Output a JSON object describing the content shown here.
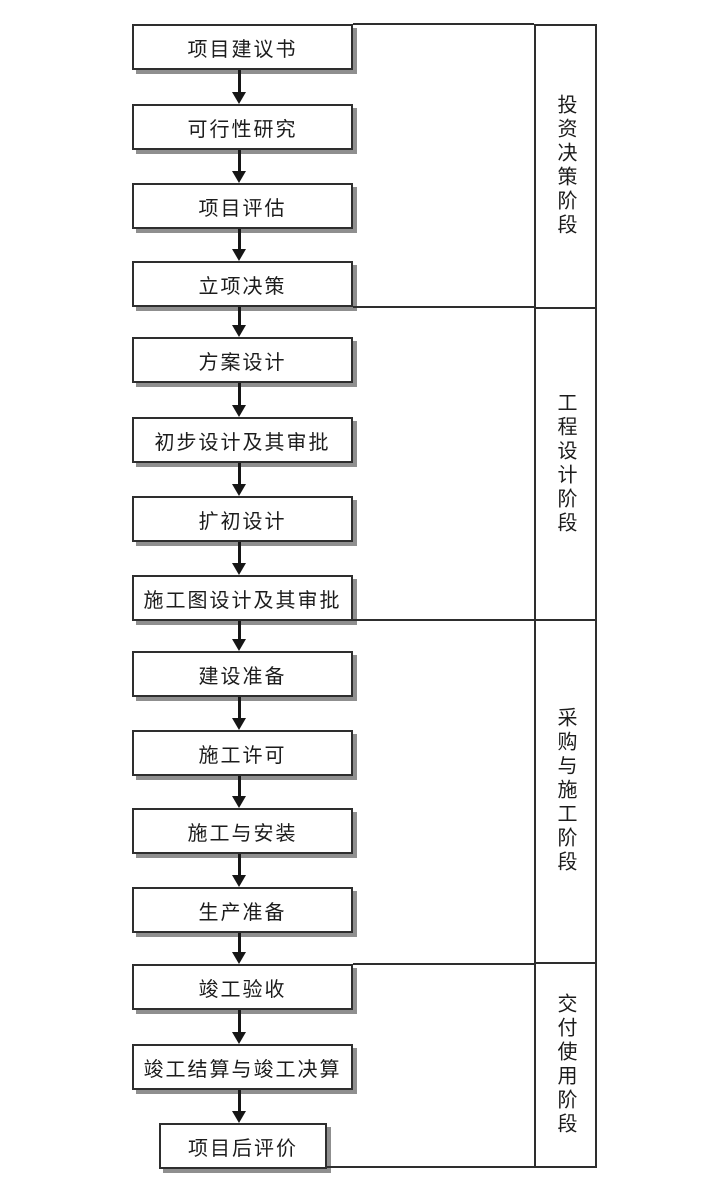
{
  "flowchart": {
    "steps": [
      {
        "label": "项目建议书"
      },
      {
        "label": "可行性研究"
      },
      {
        "label": "项目评估"
      },
      {
        "label": "立项决策"
      },
      {
        "label": "方案设计"
      },
      {
        "label": "初步设计及其审批"
      },
      {
        "label": "扩初设计"
      },
      {
        "label": "施工图设计及其审批"
      },
      {
        "label": "建设准备"
      },
      {
        "label": "施工许可"
      },
      {
        "label": "施工与安装"
      },
      {
        "label": "生产准备"
      },
      {
        "label": "竣工验收"
      },
      {
        "label": "竣工结算与竣工决算"
      },
      {
        "label": "项目后评价"
      }
    ]
  },
  "phases": [
    {
      "label": "投资决策阶段"
    },
    {
      "label": "工程设计阶段"
    },
    {
      "label": "采购与施工阶段"
    },
    {
      "label": "交付使用阶段"
    }
  ],
  "colors": {
    "line": "#2e2e2e",
    "box_fill": "#ffffff",
    "shadow": "#8f8f8f",
    "background": "#ffffff",
    "text": "#1c1c1c"
  }
}
